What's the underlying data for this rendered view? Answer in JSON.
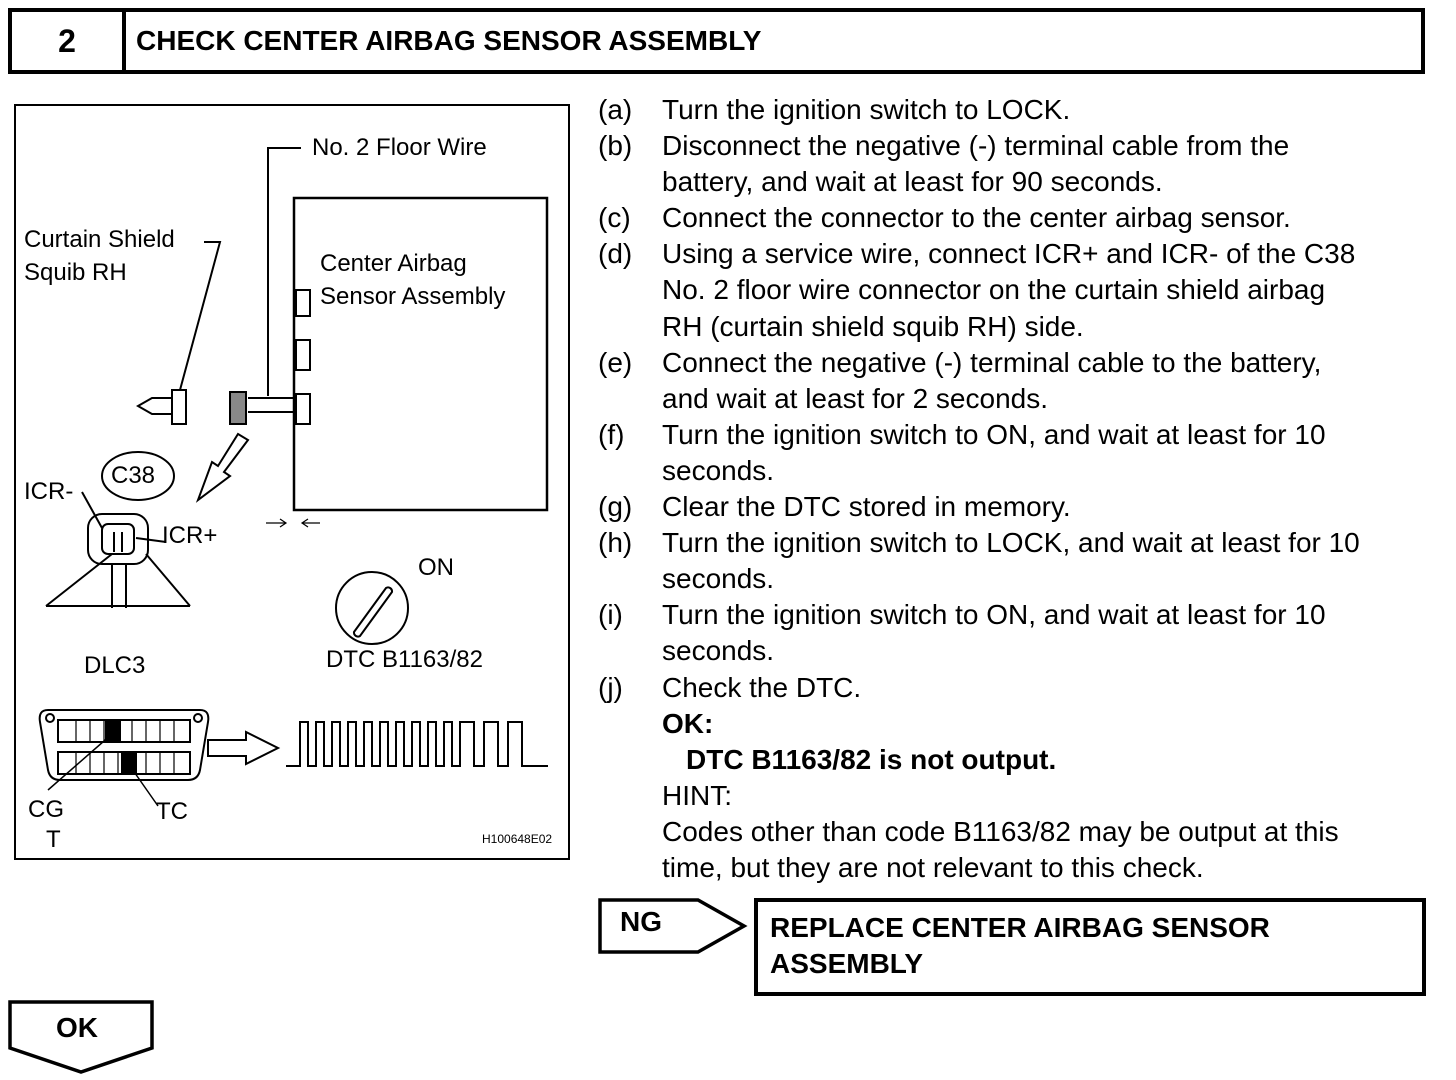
{
  "header": {
    "number": "2",
    "title": "CHECK CENTER AIRBAG SENSOR ASSEMBLY"
  },
  "figure": {
    "labels": {
      "floor_wire": "No. 2 Floor Wire",
      "curtain_1": "Curtain Shield",
      "curtain_2": "Squib RH",
      "sensor_1": "Center Airbag",
      "sensor_2": "Sensor Assembly",
      "connector": "C38",
      "icr_minus": "ICR-",
      "icr_plus": "ICR+",
      "on": "ON",
      "dtc": "DTC B1163/82",
      "dlc3": "DLC3",
      "cg_1": "CG",
      "cg_2": "T",
      "tc": "TC",
      "figure_id": "H100648E02"
    }
  },
  "steps": [
    {
      "letter": "(a)",
      "lines": [
        "Turn the ignition switch to LOCK."
      ]
    },
    {
      "letter": "(b)",
      "lines": [
        "Disconnect the negative (-) terminal cable from the",
        "battery, and wait at least for 90 seconds."
      ]
    },
    {
      "letter": "(c)",
      "lines": [
        "Connect the connector to the center airbag sensor."
      ]
    },
    {
      "letter": "(d)",
      "lines": [
        "Using a service wire, connect ICR+ and ICR- of the C38",
        "No. 2 floor wire connector on the curtain shield airbag",
        "RH (curtain shield squib RH) side."
      ]
    },
    {
      "letter": "(e)",
      "lines": [
        "Connect the negative (-) terminal cable to the battery,",
        "and wait at least for 2 seconds."
      ]
    },
    {
      "letter": "(f)",
      "lines": [
        "Turn the ignition switch to ON, and wait at least for 10",
        "seconds."
      ]
    },
    {
      "letter": "(g)",
      "lines": [
        "Clear the DTC stored in memory."
      ]
    },
    {
      "letter": "(h)",
      "lines": [
        "Turn the ignition switch to LOCK, and wait at least for 10",
        "seconds."
      ]
    },
    {
      "letter": "(i)",
      "lines": [
        "Turn the ignition switch to ON, and wait at least for 10",
        "seconds."
      ]
    },
    {
      "letter": "(j)",
      "lines": [
        "Check the DTC."
      ]
    }
  ],
  "result": {
    "ok_heading": "OK:",
    "ok_value": "DTC B1163/82 is not output.",
    "hint_heading": "HINT:",
    "hint_lines": [
      "Codes other than code B1163/82 may be output at this",
      "time, but they are not relevant to this check."
    ]
  },
  "ng": {
    "label": "NG",
    "action_lines": [
      "REPLACE CENTER AIRBAG SENSOR",
      "ASSEMBLY"
    ]
  },
  "ok": {
    "label": "OK"
  }
}
